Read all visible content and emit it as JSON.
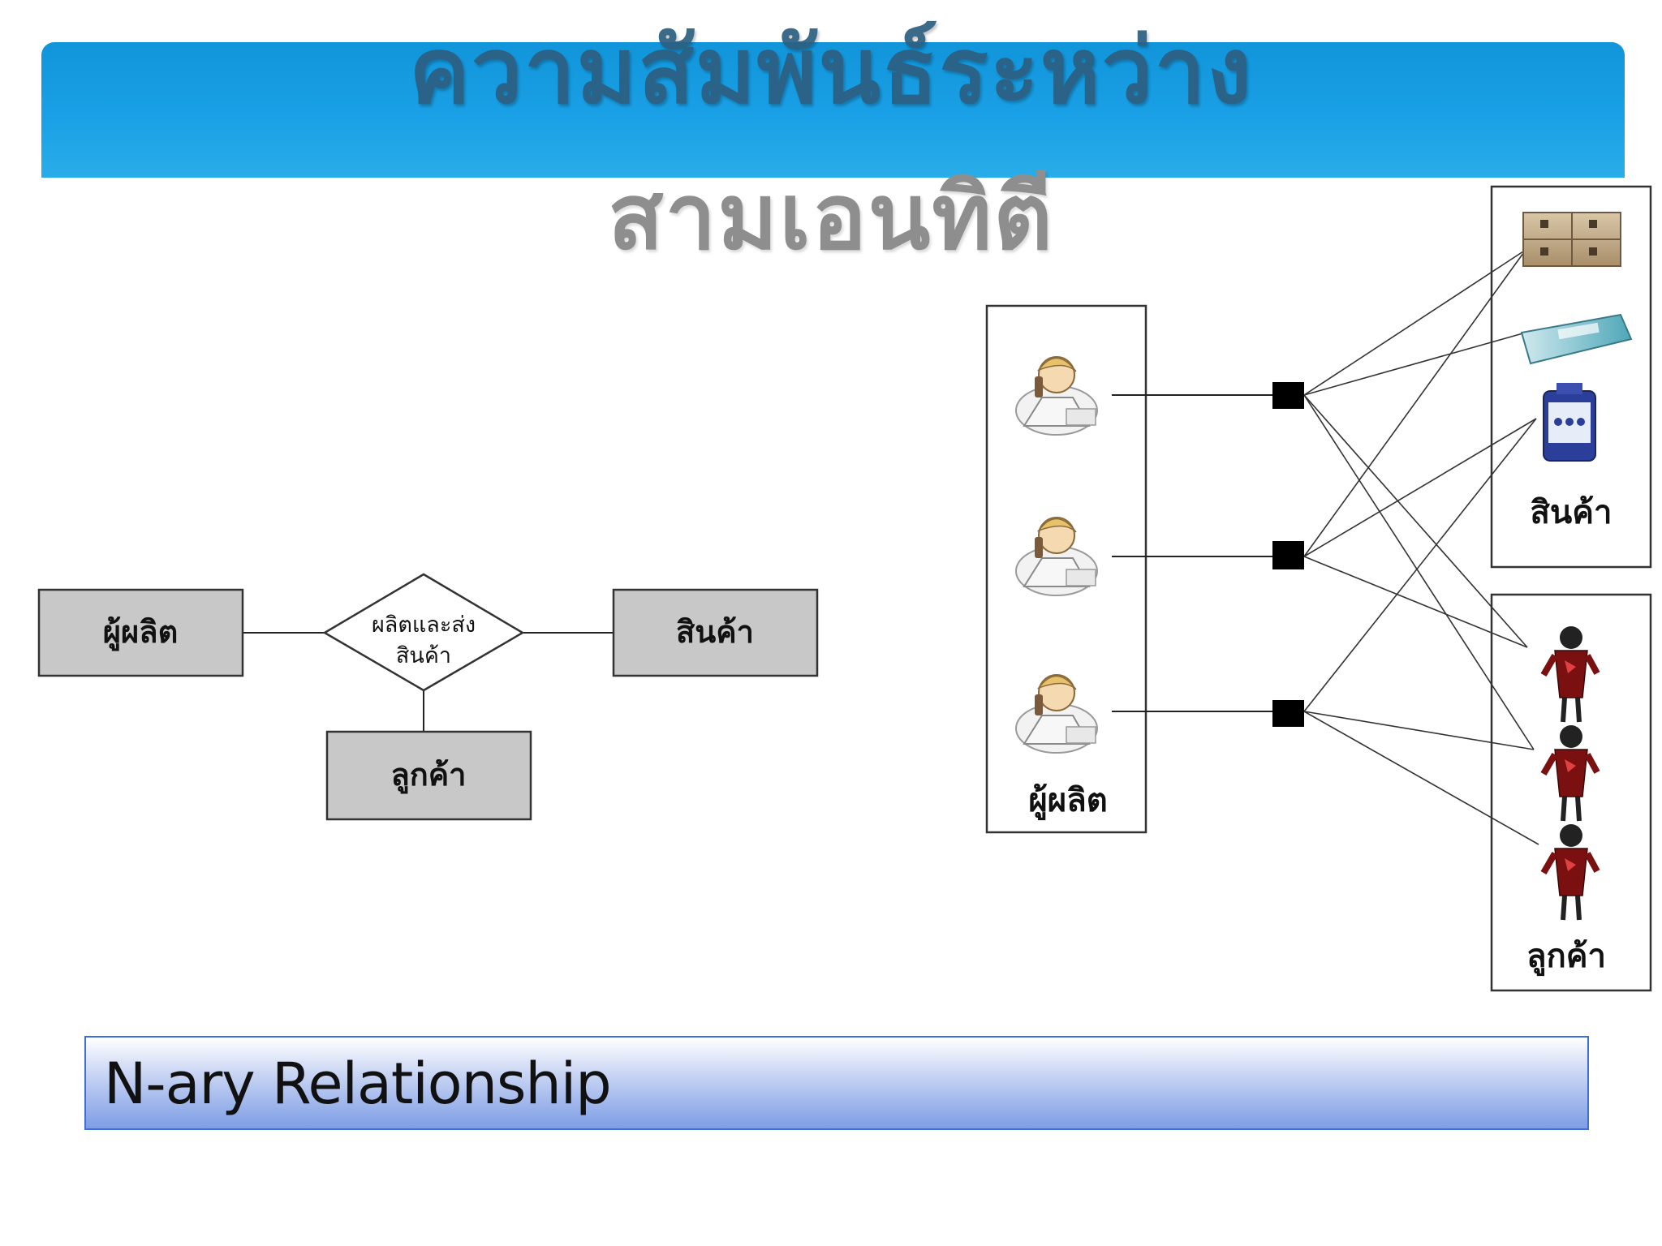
{
  "slide": {
    "title_line_1": "ความสัมพันธ์ระหว่าง",
    "title_line_2": "สามเอนทิตี",
    "footer_label": "N-ary Relationship"
  },
  "er_diagram": {
    "entity_producer": "ผู้ผลิต",
    "entity_product": "สินค้า",
    "entity_customer": "ลูกค้า",
    "relationship_line_1": "ผลิตและส่ง",
    "relationship_line_2": "สินค้า"
  },
  "instance_diagram": {
    "producers_label": "ผู้ผลิต",
    "products_label": "สินค้า",
    "customers_label": "ลูกค้า",
    "producer_icon": "businessman-phone-icon",
    "product_icons": [
      "product-box-icon",
      "toothpaste-icon",
      "bottle-icon"
    ],
    "customer_icon": "customer-figure-icon"
  },
  "colors": {
    "title_bar": "#1aa0e6",
    "entity_fill": "#c8c8c8",
    "customer_red": "#7a1010",
    "footer_gradient_bottom": "#7d9de6"
  }
}
